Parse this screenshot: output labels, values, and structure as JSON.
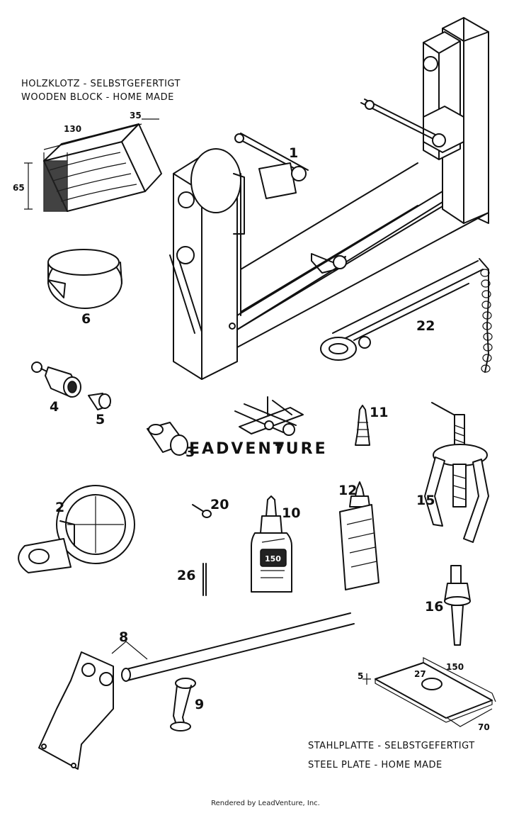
{
  "captions": {
    "wooden_block_de": "HOLZKLOTZ - SELBSTGEFERTIGT",
    "wooden_block_en": "WOODEN BLOCK - HOME MADE",
    "steel_plate_de": "STAHLPLATTE - SELBSTGEFERTIGT",
    "steel_plate_en": "STEEL PLATE - HOME MADE"
  },
  "dimensions": {
    "block_length": "130",
    "block_depth": "35",
    "block_height": "65",
    "plate_length": "150",
    "plate_hole": "27",
    "plate_thickness": "5",
    "plate_width": "70"
  },
  "callouts": {
    "c1": "1",
    "c2": "2",
    "c3": "3",
    "c4": "4",
    "c5": "5",
    "c6": "6",
    "c7": "7",
    "c8": "8",
    "c9": "9",
    "c10": "10",
    "c11": "11",
    "c12": "12",
    "c15": "15",
    "c16": "16",
    "c20": "20",
    "c22": "22",
    "c26": "26"
  },
  "product_labels": {
    "bottle_volume": "150"
  },
  "watermark": "LEADVENTURE",
  "footer": "Rendered by LeadVenture, Inc."
}
